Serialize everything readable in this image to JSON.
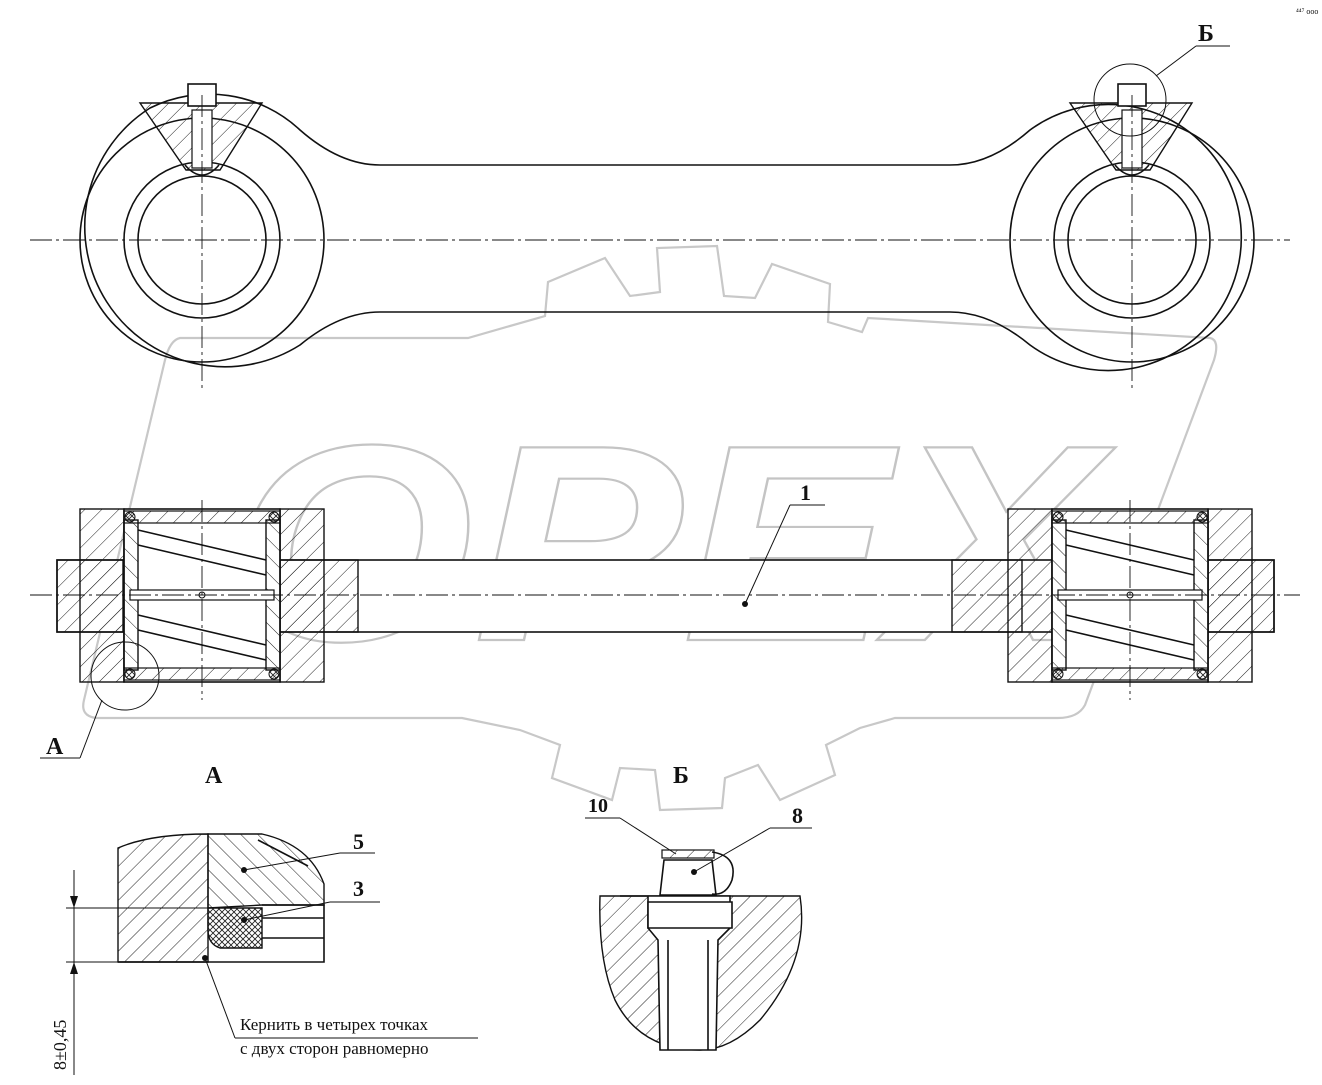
{
  "view_labels": {
    "callout_a": "А",
    "callout_b": "Б",
    "detail_a_title": "А",
    "detail_b_title": "Б"
  },
  "parts": {
    "p1": "1",
    "p3": "3",
    "p5": "5",
    "p8": "8",
    "p10": "10"
  },
  "dimension": "8±0,45",
  "note": {
    "line1": "Кернить в четырех точках",
    "line2": "с двух сторон равномерно"
  },
  "watermark": "OPEX",
  "corner_mark": "⁴⁴⁷ ooo"
}
